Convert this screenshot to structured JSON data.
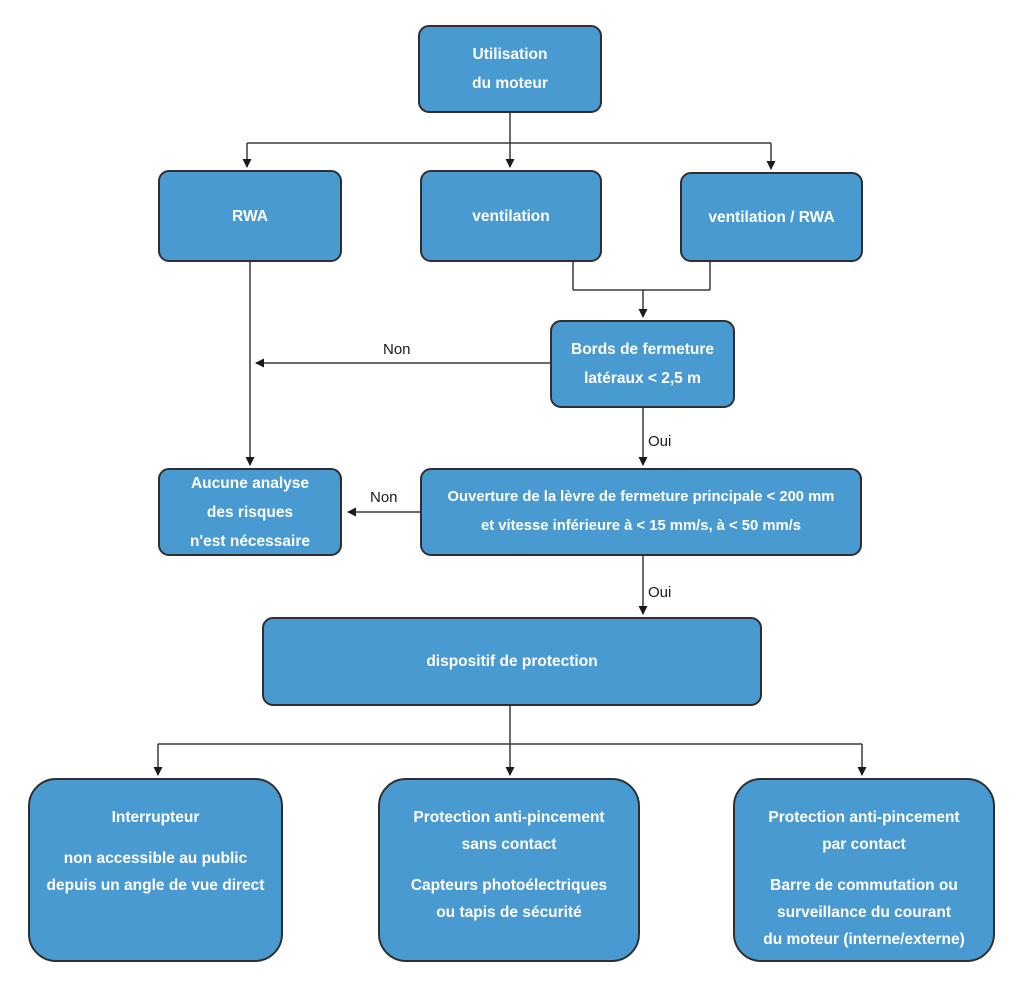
{
  "diagram": {
    "colors": {
      "node_fill": "#4a9ad2",
      "node_border": "#2f2f2f",
      "node_text": "#ffffff",
      "connector": "#3a3a3a",
      "label_text": "#1a1a1a"
    },
    "nodes": {
      "utilisation": {
        "lines": [
          "Utilisation",
          "du moteur"
        ]
      },
      "rwa": {
        "lines": [
          "RWA"
        ]
      },
      "ventilation": {
        "lines": [
          "ventilation"
        ]
      },
      "ventilation_rwa": {
        "lines": [
          "ventilation / RWA"
        ]
      },
      "bords": {
        "lines": [
          "Bords de fermeture",
          "latéraux < 2,5 m"
        ]
      },
      "aucune": {
        "lines": [
          "Aucune analyse",
          "des risques",
          "n'est nécessaire"
        ]
      },
      "ouverture": {
        "lines": [
          "Ouverture de la lèvre de fermeture principale < 200 mm",
          "et vitesse inférieure à < 15 mm/s, à < 50 mm/s"
        ]
      },
      "dispositif": {
        "lines": [
          "dispositif de protection"
        ]
      },
      "interrupteur": {
        "title": [
          "Interrupteur"
        ],
        "body": [
          "non accessible au public",
          "depuis un angle de vue direct"
        ]
      },
      "sans_contact": {
        "title": [
          "Protection anti-pincement",
          "sans contact"
        ],
        "body": [
          "Capteurs photoélectriques",
          "ou tapis de sécurité"
        ]
      },
      "par_contact": {
        "title": [
          "Protection anti-pincement",
          "par contact"
        ],
        "body": [
          "Barre de commutation ou",
          "surveillance du courant",
          "du moteur (interne/externe)"
        ]
      }
    },
    "edge_labels": {
      "bords_non": "Non",
      "bords_oui": "Oui",
      "ouverture_non": "Non",
      "ouverture_oui": "Oui"
    }
  }
}
